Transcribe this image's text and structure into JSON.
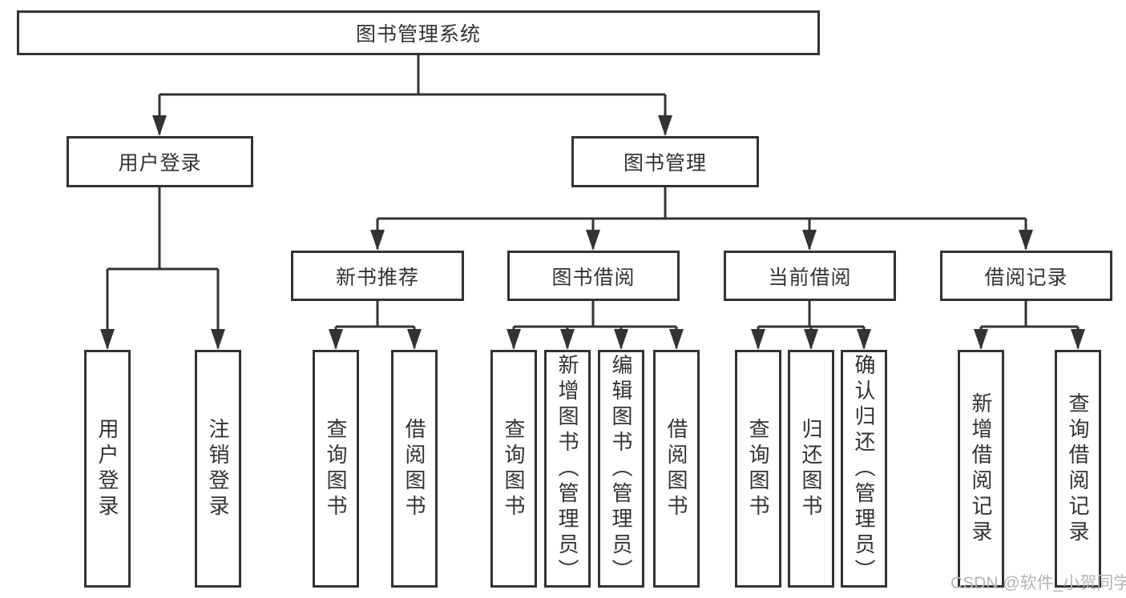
{
  "diagram": {
    "root": {
      "label": "图书管理系统"
    },
    "branches": [
      {
        "label": "用户登录",
        "children": [
          {
            "label": "用户登录"
          },
          {
            "label": "注销登录"
          }
        ]
      },
      {
        "label": "图书管理",
        "sections": [
          {
            "label": "新书推荐",
            "children": [
              {
                "label": "查询图书"
              },
              {
                "label": "借阅图书"
              }
            ]
          },
          {
            "label": "图书借阅",
            "children": [
              {
                "label": "查询图书"
              },
              {
                "label": "新增图书（管理员）"
              },
              {
                "label": "编辑图书（管理员）"
              },
              {
                "label": "借阅图书"
              }
            ]
          },
          {
            "label": "当前借阅",
            "children": [
              {
                "label": "查询图书"
              },
              {
                "label": "归还图书"
              },
              {
                "label": "确认归还（管理员）"
              }
            ]
          },
          {
            "label": "借阅记录",
            "children": [
              {
                "label": "新增借阅记录"
              },
              {
                "label": "查询借阅记录"
              }
            ]
          }
        ]
      }
    ]
  },
  "watermark": "CSDN @软件_小贺同学",
  "colors": {
    "line": "#333333",
    "text": "#333333",
    "watermark": "#b5b5b5",
    "background": "#ffffff"
  }
}
